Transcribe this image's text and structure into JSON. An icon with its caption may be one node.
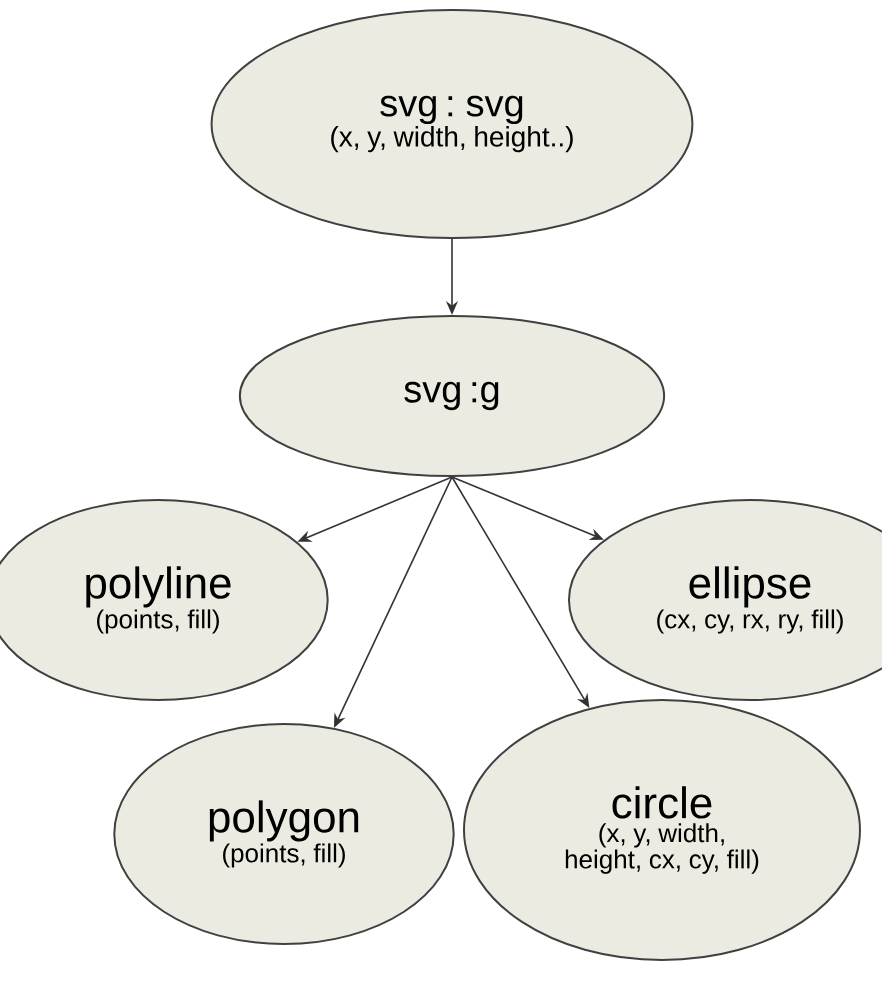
{
  "diagram": {
    "nodes": [
      {
        "text": [
          "svg : svg",
          "(x, y, width, height..)"
        ]
      },
      {
        "text": [
          "svg :g"
        ]
      },
      {
        "text": [
          "polyline",
          "(points, fill)"
        ]
      },
      {
        "text": [
          "ellipse",
          "(cx, cy, rx, ry, fill)"
        ]
      },
      {
        "text": [
          "polygon",
          "(points, fill)"
        ]
      },
      {
        "text": [
          "circle",
          "(x, y, width, height, cx, cy, fill)"
        ]
      }
    ],
    "edges": [
      {
        "from": 0,
        "to": 1,
        "arrow": "to"
      },
      {
        "from": 1,
        "to": 2,
        "arrow": "to"
      },
      {
        "from": 1,
        "to": 4,
        "arrow": "to"
      },
      {
        "from": 1,
        "to": 5,
        "arrow": "to"
      },
      {
        "from": 1,
        "to": 3,
        "arrow": "to"
      }
    ]
  }
}
